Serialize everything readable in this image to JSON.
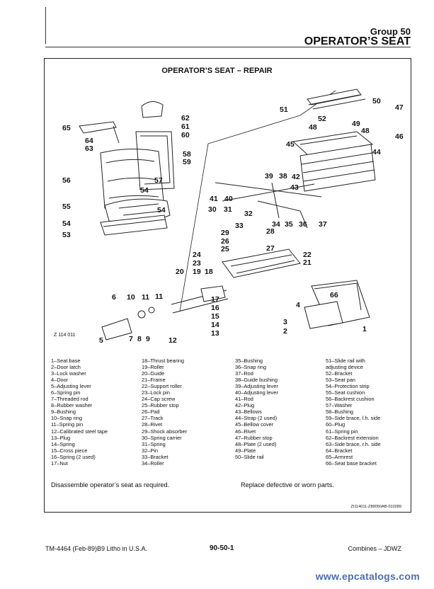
{
  "header": {
    "group": "Group 50",
    "title": "OPERATOR’S SEAT"
  },
  "section_title": "OPERATOR’S SEAT – REPAIR",
  "figure_id": "Z 114 011",
  "callouts": [
    "1",
    "2",
    "3",
    "4",
    "5",
    "6",
    "7",
    "8",
    "9",
    "10",
    "11",
    "12",
    "13",
    "14",
    "15",
    "16",
    "17",
    "18",
    "19",
    "20",
    "21",
    "22",
    "23",
    "24",
    "25",
    "26",
    "27",
    "28",
    "29",
    "30",
    "31",
    "32",
    "33",
    "34",
    "35",
    "36",
    "37",
    "38",
    "39",
    "40",
    "41",
    "42",
    "43",
    "44",
    "45",
    "46",
    "47",
    "48",
    "49",
    "50",
    "51",
    "52",
    "53",
    "54",
    "55",
    "56",
    "57",
    "58",
    "59",
    "60",
    "61",
    "62",
    "63",
    "64",
    "65",
    "66"
  ],
  "legend": {
    "col1": [
      "1–Seat base",
      "2–Door latch",
      "3–Lock washer",
      "4–Door",
      "5–Adjusting lever",
      "6–Spring pin",
      "7–Threaded rod",
      "8–Rubber washer",
      "9–Bushing",
      "10–Snap ring",
      "11–Spring pin",
      "12–Calibrated steel tape",
      "13–Plug",
      "14–Spring",
      "15–Cross piece",
      "16–Spring (2 used)",
      "17–Nut"
    ],
    "col2": [
      "18–Thrust bearing",
      "19–Roller",
      "20–Guide",
      "21–Frame",
      "22–Support roller",
      "23–Lock pin",
      "24–Cap screw",
      "25–Rubber stop",
      "26–Pad",
      "27–Track",
      "28–Rivet",
      "29–Shock absorber",
      "30–Spring carrier",
      "31–Spring",
      "32–Pin",
      "33–Bracket",
      "34–Roller"
    ],
    "col3": [
      "35–Bushing",
      "36–Snap ring",
      "37–Rod",
      "38–Guide bushing",
      "39–Adjusting lever",
      "40–Adjusting lever",
      "41–Rod",
      "42–Plug",
      "43–Bellows",
      "44–Strap (2 used)",
      "45–Bellow cover",
      "46–Rivet",
      "47–Rubber stop",
      "48–Plate (2 used)",
      "49–Plate",
      "50–Slide rail"
    ],
    "col4": [
      "51–Slide rail with",
      "adjusting device",
      "52–Bracket",
      "53–Seat pan",
      "54–Protection strip",
      "55–Seat cushion",
      "56–Backrest cushion",
      "57–Washer",
      "58–Bushing",
      "59–Side brace, l.h. side",
      "60–Plug",
      "61–Spring pin",
      "62–Backrest extension",
      "63–Side brace, r.h. side",
      "64–Bracket",
      "65–Armrest",
      "66–Seat base bracket"
    ]
  },
  "notes": {
    "left": "Disassemble operator’s seat as required.",
    "right": "Replace defective or worn parts."
  },
  "image_code": "ZI114011-Z89050AB-010289",
  "footer": {
    "left": "TM-4464 (Feb-89)B9 Litho in U.S.A.",
    "page": "90-50-1",
    "right": "Combines – JDWZ"
  },
  "watermark": "www.epcatalogs.com"
}
